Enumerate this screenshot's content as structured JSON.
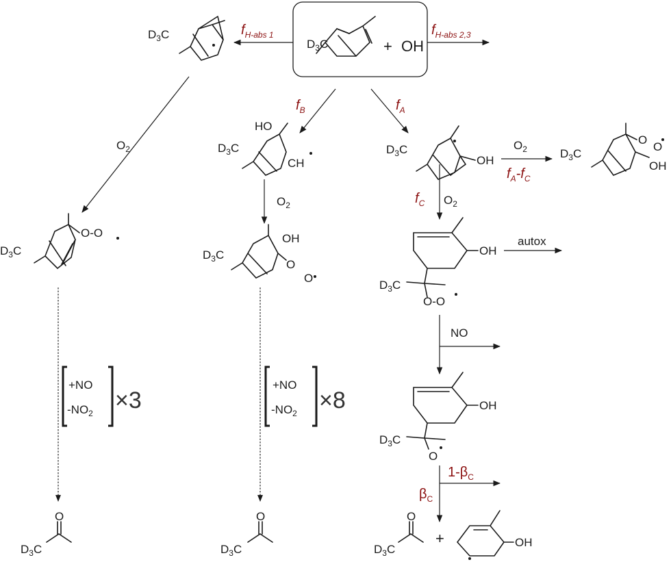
{
  "reactant": {
    "group": "D3C",
    "plus": "+",
    "oh": "OH"
  },
  "pathways": {
    "h_abs_1": {
      "f": "f",
      "sub": "H-abs 1"
    },
    "h_abs_23": {
      "f": "f",
      "sub": "H-abs 2,3"
    },
    "B": {
      "f": "f",
      "sub": "B"
    },
    "A": {
      "f": "f",
      "sub": "A"
    },
    "C": {
      "f": "f",
      "sub": "C"
    },
    "A_minus_C": {
      "f1": "f",
      "sub1": "A",
      "dash": "-",
      "f2": "f",
      "sub2": "C"
    }
  },
  "labels": {
    "o2": "O",
    "o2_sub": "2",
    "no": "NO",
    "autox": "autox",
    "oh": "OH",
    "ho": "HO",
    "ch": "CH",
    "o": "O",
    "o_minus": "O-O",
    "o_minus_short": "O-O",
    "d3c": "D3C",
    "plus": "+"
  },
  "nox_box": {
    "line1": "+NO",
    "line2_pre": "-NO",
    "line2_sub": "2",
    "mult_left": "×3",
    "mult_right": "×8"
  },
  "beta": {
    "one_minus": "1-β",
    "beta": "β",
    "sub": "C"
  }
}
